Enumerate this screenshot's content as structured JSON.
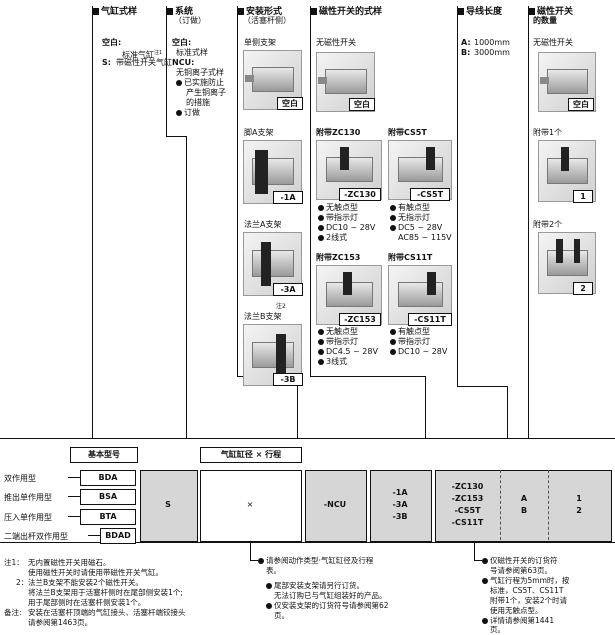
{
  "headers": {
    "cylinder_type": "气缸式样",
    "system": "系统",
    "system_sub": "（订做）",
    "mounting": "安装形式",
    "mounting_sub": "（活塞杆侧）",
    "switch_type": "磁性开关的式样",
    "lead_length": "导线长度",
    "switch_qty": "磁性开关",
    "switch_qty_sub": "的数量"
  },
  "cylinder_type": {
    "blank_label": "空白:",
    "blank_desc": "标准气缸",
    "blank_note": "注1",
    "s_label": "S:",
    "s_desc": "带磁性开关气缸"
  },
  "system": {
    "blank_label": "空白:",
    "blank_desc": "标准式样",
    "ncu_label": "NCU:",
    "ncu_desc1": "无铜离子式样",
    "ncu_b1": "已实施防止",
    "ncu_b1b": "产生铜离子",
    "ncu_b1c": "的措施",
    "ncu_b2": "订做"
  },
  "mounting": {
    "single": "单侧支架",
    "single_tag": "空白",
    "footA": "脚A支架",
    "footA_tag": "-1A",
    "flangeA": "法兰A支架",
    "flangeA_tag": "-3A",
    "flangeB": "法兰B支架",
    "flangeB_note": "注2",
    "flangeB_tag": "-3B"
  },
  "switch": {
    "none": "无磁性开关",
    "none_tag": "空白",
    "zc130_title": "附带ZC130",
    "zc130_tag": "-ZC130",
    "zc130_f1": "无触点型",
    "zc130_f2": "带指示灯",
    "zc130_f3": "DC10 ~ 28V",
    "zc130_f4": "2线式",
    "cs5t_title": "附带CS5T",
    "cs5t_tag": "-CS5T",
    "cs5t_f1": "有触点型",
    "cs5t_f2": "无指示灯",
    "cs5t_f3": "DC5 ~ 28V",
    "cs5t_f4": "AC85 ~ 115V",
    "zc153_title": "附带ZC153",
    "zc153_tag": "-ZC153",
    "zc153_f1": "无触点型",
    "zc153_f2": "带指示灯",
    "zc153_f3": "DC4.5 ~ 28V",
    "zc153_f4": "3线式",
    "cs11t_title": "附带CS11T",
    "cs11t_tag": "-CS11T",
    "cs11t_f1": "有触点型",
    "cs11t_f2": "带指示灯",
    "cs11t_f3": "DC10 ~ 28V"
  },
  "lead": {
    "a_label": "A:",
    "a_val": "1000mm",
    "b_label": "B:",
    "b_val": "3000mm"
  },
  "qty": {
    "none": "无磁性开关",
    "none_tag": "空白",
    "one": "附带1个",
    "one_tag": "1",
    "two": "附带2个",
    "two_tag": "2"
  },
  "order": {
    "basic_model": "基本型号",
    "bore_stroke": "气缸缸径 × 行程",
    "rows": [
      {
        "label": "双作用型",
        "code": "BDA"
      },
      {
        "label": "推出单作用型",
        "code": "BSA"
      },
      {
        "label": "压入单作用型",
        "code": "BTA"
      },
      {
        "label": "二端出杆双作用型",
        "code": "BDAD"
      }
    ],
    "s": "S",
    "x": "×",
    "ncu": "-NCU",
    "mount_codes": [
      "-1A",
      "-3A",
      "-3B"
    ],
    "switch_codes": [
      "-ZC130",
      "-ZC153",
      "-CS5T",
      "-CS11T"
    ],
    "lead_codes": [
      "A",
      "B"
    ],
    "qty_codes": [
      "1",
      "2"
    ]
  },
  "notes": {
    "n1_label": "注1：",
    "n1": "无内置磁性开关用磁石。",
    "n1b": "使用磁性开关时请使用带磁性开关气缸。",
    "n2_label": "2：",
    "n2": "法兰B支架不能安装2个磁性开关。",
    "n2b": "将法兰B支架用于活塞杆侧时在尾部侧安装1个;",
    "n2c": "用于尾部侧时在活塞杆侧安装1个。",
    "n3_label": "备注:",
    "n3": "安装在活塞杆顶端的气缸接头、活塞杆端铰接头",
    "n3b": "请参阅第1463页。"
  },
  "mid_notes": {
    "m1": "请参阅动作类型·气缸缸径及行程",
    "m1b": "表。",
    "m2": "尾部安装支架请另行订货。",
    "m2b": "无法订购已与气缸组装好的产品。",
    "m3": "仅安装支架的订货符号请参阅第62",
    "m3b": "页。"
  },
  "right_notes": {
    "r1": "仅磁性开关的订货符",
    "r1b": "号请参阅第63页。",
    "r2": "气缸行程为5mm时，按",
    "r2b": "标准，CS5T、CS11T",
    "r2c": "附带1个，安装2个时请",
    "r2d": "使用无触点型。",
    "r3": "详情请参阅第1441",
    "r3b": "页。"
  }
}
